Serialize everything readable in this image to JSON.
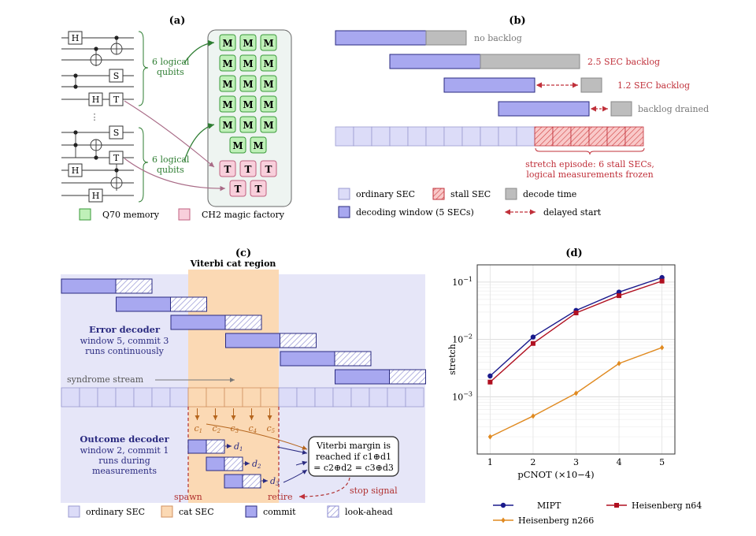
{
  "panel_a": {
    "label": "(a)",
    "gates_top": [
      "H",
      "S",
      "H",
      "T"
    ],
    "dots": "⋮",
    "gates_bottom": [
      "S",
      "T",
      "H",
      "H"
    ],
    "brace_top": [
      "6 logical",
      "qubits"
    ],
    "brace_bottom": [
      "6 logical",
      "qubits"
    ],
    "memory_cell": "M",
    "magic_cell": "T",
    "legend": [
      "Q70 memory",
      "CH2 magic factory"
    ],
    "colors": {
      "memory": "#bff0b8",
      "memory_border": "#3a9a3a",
      "magic": "#f8cfdb",
      "magic_border": "#c06080",
      "green_arrow": "#2e7d32",
      "pink_arrow": "#a86a86"
    }
  },
  "panel_b": {
    "label": "(b)",
    "rows": [
      "no backlog",
      "2.5 SEC backlog",
      "1.2 SEC backlog",
      "backlog drained"
    ],
    "stretch_note": [
      "stretch episode: 6 stall SECs,",
      "logical measurements frozen"
    ],
    "legend": [
      "ordinary SEC",
      "stall SEC",
      "decode time",
      "decoding window (5 SECs)",
      "delayed start"
    ],
    "colors": {
      "window": "#a8a8f0",
      "decode": "#bdbdbd",
      "sec": "#dcdcf8",
      "stall": "#f4b6b6",
      "red": "#c0303a"
    }
  },
  "panel_c": {
    "label": "(c)",
    "region_title": "Viterbi cat region",
    "error_decoder": [
      "Error decoder",
      "window 5, commit 3",
      "runs continuously"
    ],
    "syndrome_stream": "syndrome stream",
    "c_labels": [
      "c1",
      "c2",
      "c3",
      "c4",
      "c5"
    ],
    "d_labels": [
      "d1",
      "d2",
      "d3"
    ],
    "outcome_decoder": [
      "Outcome decoder",
      "window 2, commit 1",
      "runs during",
      "measurements"
    ],
    "margin_box": [
      "Viterbi margin is",
      "reached if c1⊕d1",
      "= c2⊕d2 = c3⊕d3"
    ],
    "spawn": "spawn",
    "retire": "retire",
    "stop_signal": "stop signal",
    "legend": [
      "ordinary SEC",
      "cat SEC",
      "commit",
      "look-ahead"
    ],
    "colors": {
      "bg": "#e6e6f8",
      "cat": "#fbd9b4",
      "commit": "#a8a8f0",
      "navy": "#2a2a80",
      "brown": "#b5651d"
    }
  },
  "chart_data": {
    "type": "line",
    "title": "(d)",
    "xlabel": "pCNOT (×10−4)",
    "ylabel": "stretch",
    "x": [
      1,
      2,
      3,
      4,
      5
    ],
    "xticks": [
      "1",
      "2",
      "3",
      "4",
      "5"
    ],
    "yscale": "log",
    "ylim": [
      0.0001,
      0.2
    ],
    "yticks": [
      "10−1",
      "10−2",
      "10−3"
    ],
    "grid": true,
    "legend_position": "bottom",
    "series": [
      {
        "name": "MIPT",
        "color": "#1a1a8c",
        "marker": "circle",
        "values": [
          0.0023,
          0.011,
          0.032,
          0.067,
          0.12
        ]
      },
      {
        "name": "Heisenberg n64",
        "color": "#b01020",
        "marker": "square",
        "values": [
          0.0018,
          0.0085,
          0.029,
          0.058,
          0.104
        ]
      },
      {
        "name": "Heisenberg n266",
        "color": "#e08a20",
        "marker": "diamond",
        "values": [
          0.0002,
          0.00046,
          0.00115,
          0.0038,
          0.0072
        ]
      }
    ]
  }
}
